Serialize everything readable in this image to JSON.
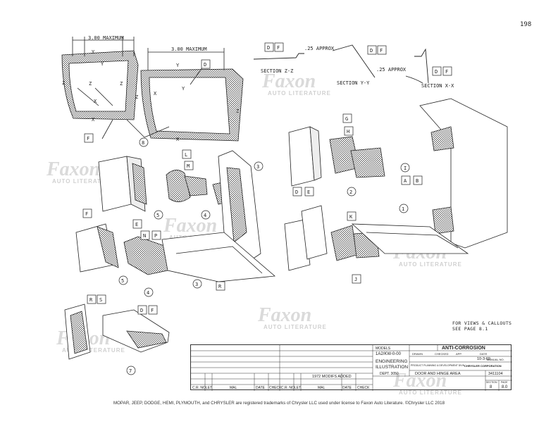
{
  "page": {
    "number": "198"
  },
  "watermark": {
    "brand": "Faxon",
    "sub": "AUTO LITERATURE"
  },
  "dimensions": {
    "dim_left": "3.00 MAXIMUM",
    "dim_right": "3.00 MAXIMUM",
    "approx_1": ".25 APPROX",
    "approx_2": ".25 APPROX"
  },
  "sections": {
    "z": "SECTION Z-Z",
    "y": "SECTION Y-Y",
    "x": "SECTION X-X"
  },
  "callouts": {
    "D": "D",
    "F": "F",
    "G": "G",
    "H": "H",
    "E": "E",
    "I": "I",
    "J": "J",
    "K": "K",
    "L": "L",
    "M": "M",
    "N": "N",
    "P": "P",
    "R": "R",
    "S": "S",
    "A": "A",
    "B": "B",
    "n1": "1",
    "n2": "2",
    "n3": "3",
    "n4": "4",
    "n5": "5",
    "n7": "7",
    "n8": "8",
    "X": "X",
    "Y": "Y",
    "Z": "Z"
  },
  "note": {
    "line1": "FOR VIEWS & CALLOUTS",
    "line2": "SEE PAGE 8.1"
  },
  "title_block": {
    "title": "ANTI-CORROSION",
    "models_label": "MODELS",
    "models": "1A2/KW-0-00",
    "dept_title_1": "ENGINEERING",
    "dept_title_2": "ILLUSTRATION",
    "dept": "DEPT. 3050",
    "drawn_label": "DRAWN",
    "checked_label": "CHECKED",
    "app_label": "APP.",
    "date_label": "DATE",
    "date": "10-3-69",
    "product_planning": "PRODUCT PLANNING & DEVELOPMENT DIVN.",
    "company": "CHRYSLER CORPORATION",
    "subject": "DOOR AND HINGE AREA",
    "manual_label": "MANUAL NO.",
    "manual_no": "3411104",
    "section_label": "SECTION",
    "page_label": "PAGE",
    "section": "8",
    "page": "8.0",
    "revision_note": "1972 MODIFS ADDED",
    "rev_cols": [
      "C.R. NO.",
      "LET.",
      "MAL",
      "DATE",
      "CHECK",
      "C.R. NO.",
      "LET.",
      "MAL",
      "DATE",
      "CHECK"
    ]
  },
  "footer": "MOPAR, JEEP, DODGE, HEMI, PLYMOUTH, and CHRYSLER are registered trademarks of Chrysler LLC used under license to Faxon Auto Literature. ©Chrysler LLC 2018"
}
